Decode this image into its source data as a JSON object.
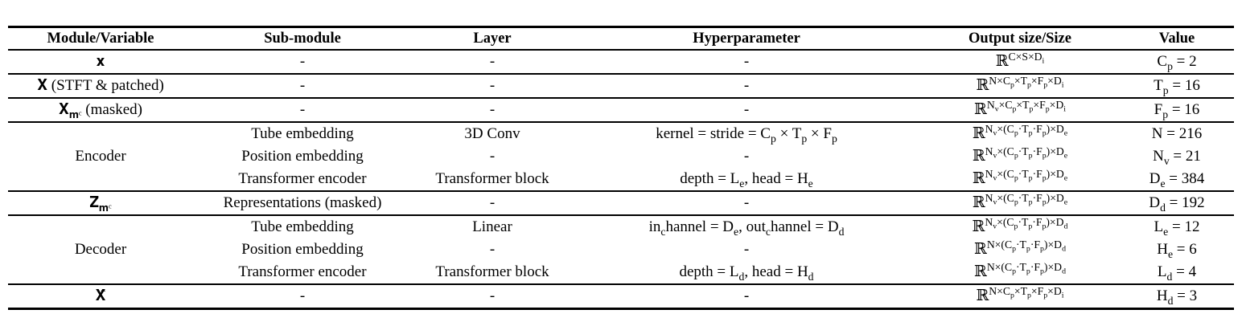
{
  "table": {
    "headers": [
      "Module/Variable",
      "Sub-module",
      "Layer",
      "Hyperparameter",
      "Output size/Size",
      "Value"
    ],
    "groups": [
      {
        "module": "𝐱",
        "rows": [
          {
            "sub": "-",
            "layer": "-",
            "hyper": "-",
            "size": "ℝ^{C×S×D_i}",
            "value": "C_p = 2"
          }
        ]
      },
      {
        "module": "𝐗 (STFT & patched)",
        "rows": [
          {
            "sub": "-",
            "layer": "-",
            "hyper": "-",
            "size": "ℝ^{N×C_p×T_p×F_p×D_i}",
            "value": "T_p = 16"
          }
        ]
      },
      {
        "module": "𝐗_{𝐦ᶜ} (masked)",
        "rows": [
          {
            "sub": "-",
            "layer": "-",
            "hyper": "-",
            "size": "ℝ^{N_v×C_p×T_p×F_p×D_i}",
            "value": "F_p = 16"
          }
        ]
      },
      {
        "module": "Encoder",
        "rows": [
          {
            "sub": "Tube embedding",
            "layer": "3D Conv",
            "hyper": "kernel = stride = C_p × T_p × F_p",
            "size": "ℝ^{N_v×(C_p·T_p·F_p)×D_e}",
            "value": "N = 216"
          },
          {
            "sub": "Position embedding",
            "layer": "-",
            "hyper": "-",
            "size": "ℝ^{N_v×(C_p·T_p·F_p)×D_e}",
            "value": "N_v = 21"
          },
          {
            "sub": "Transformer encoder",
            "layer": "Transformer block",
            "hyper": "depth = L_e, head = H_e",
            "size": "ℝ^{N_v×(C_p·T_p·F_p)×D_e}",
            "value": "D_e = 384"
          }
        ]
      },
      {
        "module": "𝐙_{𝐦ᶜ}",
        "rows": [
          {
            "sub": "Representations (masked)",
            "layer": "-",
            "hyper": "-",
            "size": "ℝ^{N_v×(C_p·T_p·F_p)×D_e}",
            "value": "D_d = 192"
          }
        ]
      },
      {
        "module": "Decoder",
        "rows": [
          {
            "sub": "Tube embedding",
            "layer": "Linear",
            "hyper": "in_channel = D_e, out_channel = D_d",
            "size": "ℝ^{N_v×(C_p·T_p·F_p)×D_d}",
            "value": "L_e = 12"
          },
          {
            "sub": "Position embedding",
            "layer": "-",
            "hyper": "-",
            "size": "ℝ^{N×(C_p·T_p·F_p)×D_d}",
            "value": "H_e = 6"
          },
          {
            "sub": "Transformer encoder",
            "layer": "Transformer block",
            "hyper": "depth = L_d, head = H_d",
            "size": "ℝ^{N×(C_p·T_p·F_p)×D_d}",
            "value": "L_d = 4"
          }
        ]
      },
      {
        "module": "𝐗̂",
        "rows": [
          {
            "sub": "-",
            "layer": "-",
            "hyper": "-",
            "size": "ℝ^{N×C_p×T_p×F_p×D_i}",
            "value": "H_d = 3"
          }
        ]
      }
    ]
  }
}
